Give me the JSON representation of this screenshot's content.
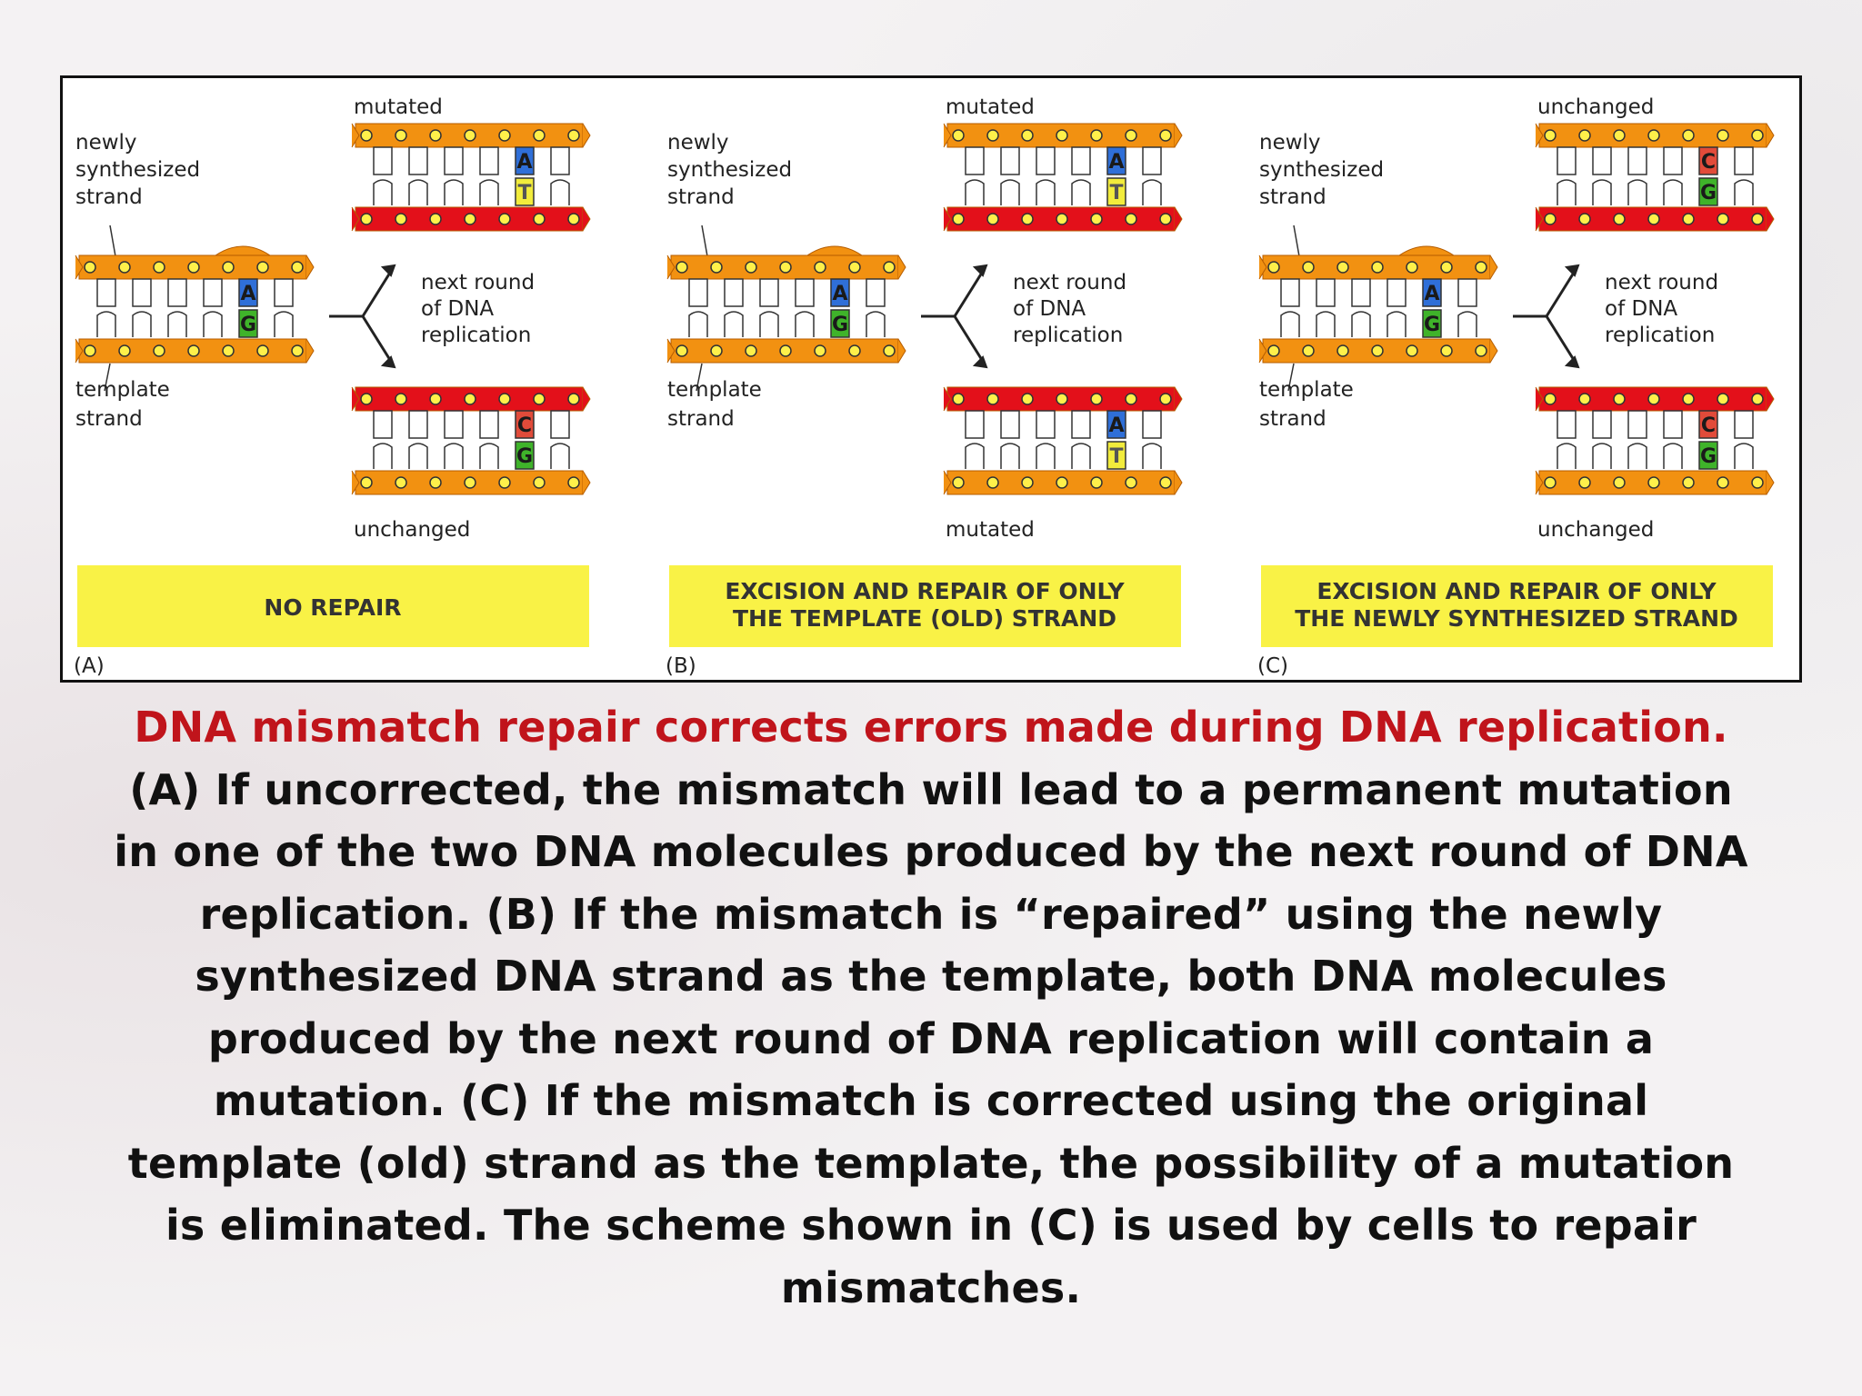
{
  "panels": [
    {
      "letter": "(A)",
      "newly_label": [
        "newly",
        "synthesized",
        "strand"
      ],
      "template_label": [
        "template",
        "strand"
      ],
      "next_round_label": [
        "next round",
        "of DNA",
        "replication"
      ],
      "mismatch": {
        "top": "A",
        "bottom": "G"
      },
      "top_status": "mutated",
      "top_pair": {
        "upper": "A",
        "lower": "T"
      },
      "bottom_pair": {
        "upper": "C",
        "lower": "G"
      },
      "bottom_status": "unchanged",
      "box_lines": [
        "NO REPAIR"
      ]
    },
    {
      "letter": "(B)",
      "newly_label": [
        "newly",
        "synthesized",
        "strand"
      ],
      "template_label": [
        "template",
        "strand"
      ],
      "next_round_label": [
        "next round",
        "of DNA",
        "replication"
      ],
      "mismatch": {
        "top": "A",
        "bottom": "G"
      },
      "top_status": "mutated",
      "top_pair": {
        "upper": "A",
        "lower": "T"
      },
      "bottom_pair": {
        "upper": "A",
        "lower": "T"
      },
      "bottom_status": "mutated",
      "box_lines": [
        "EXCISION AND REPAIR OF ONLY",
        "THE TEMPLATE (OLD) STRAND"
      ]
    },
    {
      "letter": "(C)",
      "newly_label": [
        "newly",
        "synthesized",
        "strand"
      ],
      "template_label": [
        "template",
        "strand"
      ],
      "next_round_label": [
        "next round",
        "of DNA",
        "replication"
      ],
      "mismatch": {
        "top": "A",
        "bottom": "G"
      },
      "top_status": "unchanged",
      "top_pair": {
        "upper": "C",
        "lower": "G"
      },
      "bottom_pair": {
        "upper": "C",
        "lower": "G"
      },
      "bottom_status": "unchanged",
      "box_lines": [
        "EXCISION AND REPAIR OF ONLY",
        "THE NEWLY SYNTHESIZED STRAND"
      ]
    }
  ],
  "colors": {
    "old_strand": "#f29111",
    "new_strand": "#e3101a",
    "phosphate": "#fff04a",
    "base_A": "#2f6fd8",
    "base_G": "#3fb32a",
    "base_C": "#e14b3a",
    "base_T": "#f2ec3c",
    "caption_title": "#c0141b",
    "box_fill": "#f9f246"
  },
  "caption": {
    "title": "DNA mismatch repair corrects errors made during DNA replication.",
    "body": "(A) If uncorrected, the mismatch will lead to a permanent mutation in one of the two DNA molecules produced by the next round of DNA replication. (B) If the mismatch is “repaired” using the newly synthesized DNA strand as the template, both DNA molecules produced by the next round of DNA replication will contain a mutation. (C) If the mismatch is corrected using the original template (old) strand as the template, the possibility of a mutation is eliminated. The scheme shown in (C) is used by cells to repair mismatches."
  }
}
